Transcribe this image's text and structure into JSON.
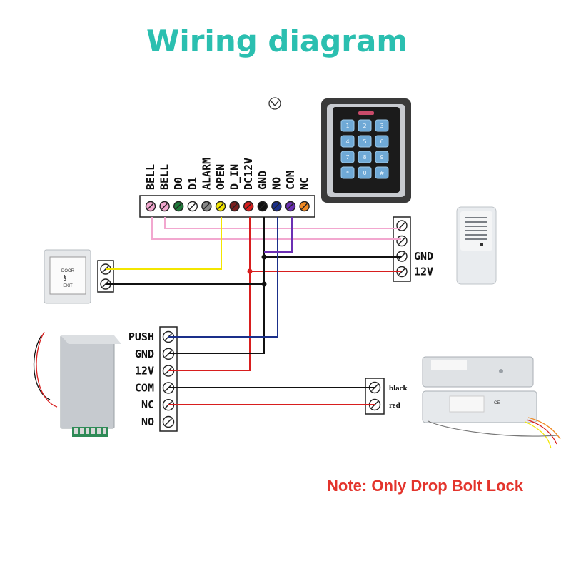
{
  "title": "Wiring diagram",
  "note": "Note: Only Drop Bolt Lock",
  "top_terminals": [
    {
      "label": "BELL",
      "color": "#f2a7cf"
    },
    {
      "label": "BELL",
      "color": "#f2a7cf"
    },
    {
      "label": "D0",
      "color": "#1f7a3a"
    },
    {
      "label": "D1",
      "color": "#ffffff"
    },
    {
      "label": "ALARM",
      "color": "#888888"
    },
    {
      "label": "OPEN",
      "color": "#f3e600"
    },
    {
      "label": "D_IN",
      "color": "#7a1f1f"
    },
    {
      "label": "DC12V",
      "color": "#d81e1e"
    },
    {
      "label": "GND",
      "color": "#111111"
    },
    {
      "label": "NO",
      "color": "#1a2f8a"
    },
    {
      "label": "COM",
      "color": "#6b2fb3"
    },
    {
      "label": "NC",
      "color": "#f08a24"
    }
  ],
  "bell_terminals": [
    "",
    "",
    "GND",
    "12V"
  ],
  "power_terminals": [
    "PUSH",
    "GND",
    "12V",
    "COM",
    "NC",
    "NO"
  ],
  "lock_terminals": [
    "black",
    "red"
  ],
  "exit_button": {
    "line1": "DOOR",
    "line2": "EXIT"
  },
  "keypad_keys": [
    "1",
    "2",
    "3",
    "4",
    "5",
    "6",
    "7",
    "8",
    "9",
    "*",
    "0",
    "#"
  ],
  "top_icon": "chevron-down-icon",
  "colors": {
    "accent": "#2bbfb0",
    "note": "#e3342c"
  }
}
